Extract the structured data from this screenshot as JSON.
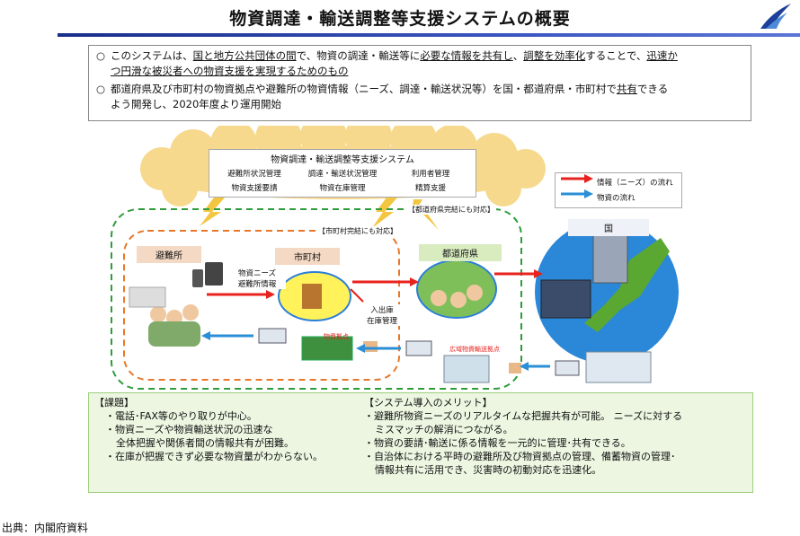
{
  "title": "物資調達・輸送調整等支援システムの概要",
  "overview": {
    "line1_a": "このシステムは、",
    "line1_b": "国と地方公共団体の間",
    "line1_c": "で、物資の調達・輸送等に",
    "line1_d": "必要な情報を共有し",
    "line1_e": "、",
    "line1_f": "調整を効率化",
    "line1_g": "することで、",
    "line1_h": "迅速か",
    "line2_a": "つ円滑な",
    "line2_b": "被災者への物資支援を実現するためのもの",
    "line3_a": "都道府県及び市町村の物資拠点や避難所の物資情報（ニーズ、調達・輸送状況等）を国・都道府県・市町村で",
    "line3_b": "共有",
    "line3_c": "できる",
    "line4": "よう開発し、2020年度より運用開始"
  },
  "system": {
    "title": "物資調達・輸送調整等支援システム",
    "cells": [
      "避難所状況管理",
      "調達・輸送状況管理",
      "利用者管理",
      "物資支援要請",
      "物資在庫管理",
      "精算支援"
    ]
  },
  "legend": {
    "red": "情報（ニーズ）の流れ",
    "blue": "物資の流れ"
  },
  "diagram": {
    "pref_scope": "【都道府県完結にも対応】",
    "city_scope": "【市町村完結にも対応】",
    "shelter": "避難所",
    "city": "市町村",
    "prefecture": "都道府県",
    "nation": "国",
    "needs_info": "物資ニーズ\n避難所情報",
    "inout": "入出庫\n在庫管理",
    "city_base": "物資拠点",
    "wide_base": "広域物資輸送拠点"
  },
  "issues": {
    "heading": "【課題】",
    "items": [
      "・電話･FAX等のやり取りが中心。",
      "・物資ニーズや物資輸送状況の迅速な",
      "全体把握や関係者間の情報共有が困難。",
      "・在庫が把握できず必要な物資量がわからない。"
    ]
  },
  "merits": {
    "heading": "【システム導入のメリット】",
    "items": [
      "・避難所物資ニーズのリアルタイムな把握共有が可能。 ニーズに対する",
      "ミスマッチの解消につながる。",
      "・物資の要請･輸送に係る情報を一元的に管理･共有できる。",
      "・自治体における平時の避難所及び物資拠点の管理、備蓄物資の管理･",
      "情報共有に活用でき、災害時の初動対応を迅速化。"
    ]
  },
  "source": "出典：内閣府資料",
  "colors": {
    "red": "#e8221d",
    "blue": "#2a8fd6",
    "green_dash": "#2e9c3a",
    "orange_dash": "#e8772a",
    "cloud": "#f6d98c"
  }
}
